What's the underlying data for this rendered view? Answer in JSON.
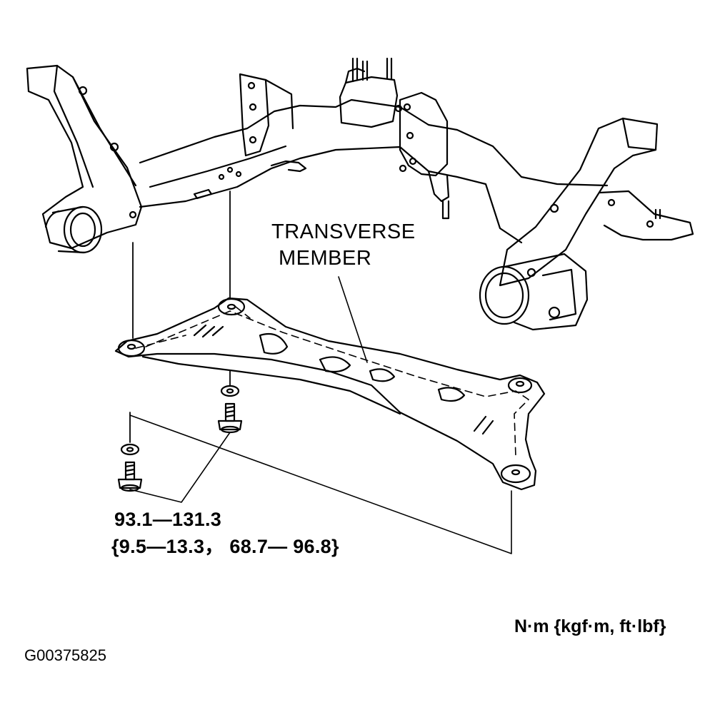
{
  "labels": {
    "part_line1": "TRANSVERSE",
    "part_line2": "MEMBER",
    "torque_line1": "93.1—131.3",
    "torque_line2": "{9.5—13.3， 68.7— 96.8}",
    "units": "N·m {kgf·m, ft·lbf}",
    "figure_id": "G00375825"
  }
}
